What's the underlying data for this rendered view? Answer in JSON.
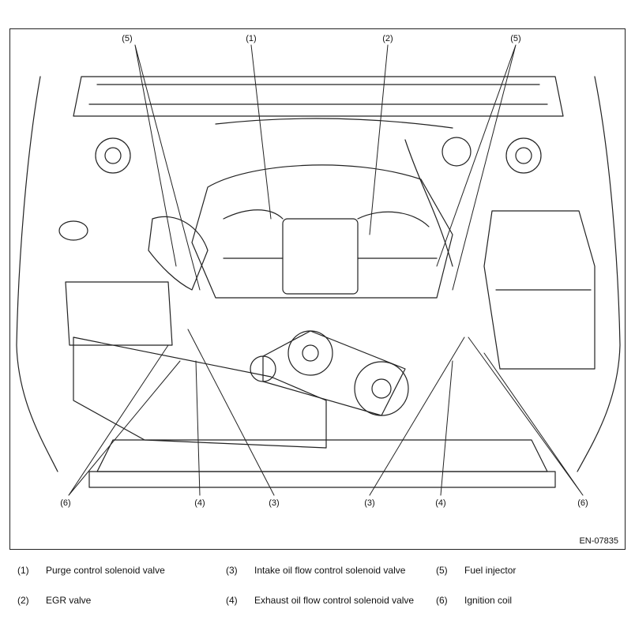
{
  "figure_id": "EN-07835",
  "callouts": {
    "c5_left": "(5)",
    "c1": "(1)",
    "c2": "(2)",
    "c5_right": "(5)",
    "c6_left": "(6)",
    "c4_left": "(4)",
    "c3_left": "(3)",
    "c3_right": "(3)",
    "c4_right": "(4)",
    "c6_right": "(6)"
  },
  "legend": [
    {
      "num": "(1)",
      "text": "Purge control solenoid valve"
    },
    {
      "num": "(2)",
      "text": "EGR valve"
    },
    {
      "num": "(3)",
      "text": "Intake oil flow control solenoid valve"
    },
    {
      "num": "(4)",
      "text": "Exhaust oil flow control solenoid valve"
    },
    {
      "num": "(5)",
      "text": "Fuel injector"
    },
    {
      "num": "(6)",
      "text": "Ignition coil"
    }
  ]
}
